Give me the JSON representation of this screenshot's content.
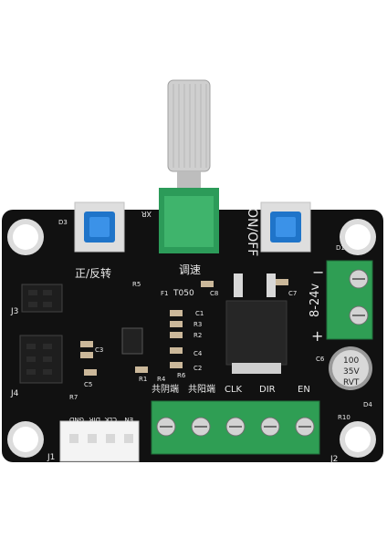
{
  "board": {
    "potentiometer_label": "T050",
    "pot_ref": "XR",
    "on_off_label": "ON/OFF",
    "direction_label": "正/反转",
    "speed_label": "调速",
    "voltage_label": "8-24v",
    "plus": "+",
    "minus": "−",
    "j1_label": "J1",
    "j2_label": "J2",
    "j3_label": "J3",
    "j4_label": "J4",
    "d1": "D1",
    "d4": "D4",
    "c6": "C6",
    "r10": "R10",
    "f1": "F1",
    "c8": "C8",
    "c7": "C7",
    "r5": "R5",
    "r7": "R7",
    "c3": "C3",
    "c4": "C4",
    "c5": "C5",
    "r1": "R1",
    "r2": "R2",
    "r3": "R3",
    "r4": "R4",
    "r6": "R6",
    "c1": "C1",
    "c2": "C2",
    "d3": "D3",
    "cap_text_1": "100",
    "cap_text_2": "35V",
    "cap_text_3": "RVT"
  },
  "j1": {
    "pins": [
      "EN",
      "CLK",
      "DIR",
      "GND"
    ]
  },
  "terminal": {
    "labels": [
      "共阴端",
      "共阳端",
      "CLK",
      "DIR",
      "EN"
    ]
  },
  "colors": {
    "pcb": "#111111",
    "terminal_green": "#2f9e54",
    "button_blue": "#1f74c9",
    "silk": "#e9e9e9"
  },
  "icons": {
    "mount_hole": "circle",
    "screw": "slotted-screw"
  }
}
